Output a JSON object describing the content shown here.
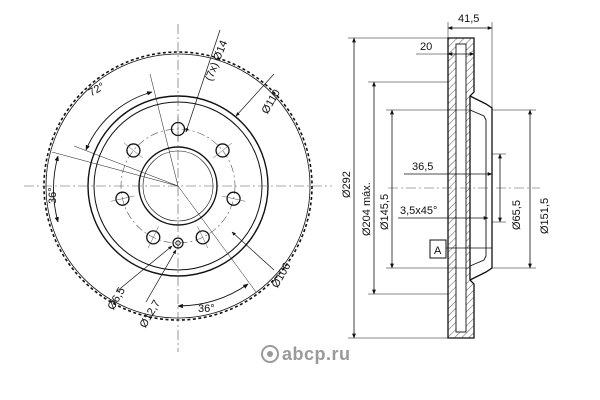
{
  "colors": {
    "line": "#111111",
    "center_line": "#555555",
    "watermark": "#9a9a9a",
    "background": "#ffffff"
  },
  "front_view": {
    "angle_72": "72°",
    "angle_36_left": "36°",
    "angle_36_bottom": "36°",
    "hole_count_diameter": "(7x) Ø14",
    "dia_110": "Ø110",
    "dia_106": "Ø106",
    "dia_6_5": "Ø6,5",
    "dia_12_7": "Ø12,7",
    "bolt_hole_count": 7
  },
  "section_view": {
    "dia_292": "Ø292",
    "dia_204": "Ø204 máx.",
    "dia_145_5": "Ø145,5",
    "dim_36_5": "36,5",
    "chamfer": "3,5x45°",
    "dim_41_5": "41,5",
    "dim_20": "20",
    "dia_65_5": "Ø65,5",
    "dia_151_5": "Ø151,5",
    "datum": "A"
  },
  "watermark": {
    "text": "abcp.ru",
    "icon": "abcp-logo-icon"
  }
}
